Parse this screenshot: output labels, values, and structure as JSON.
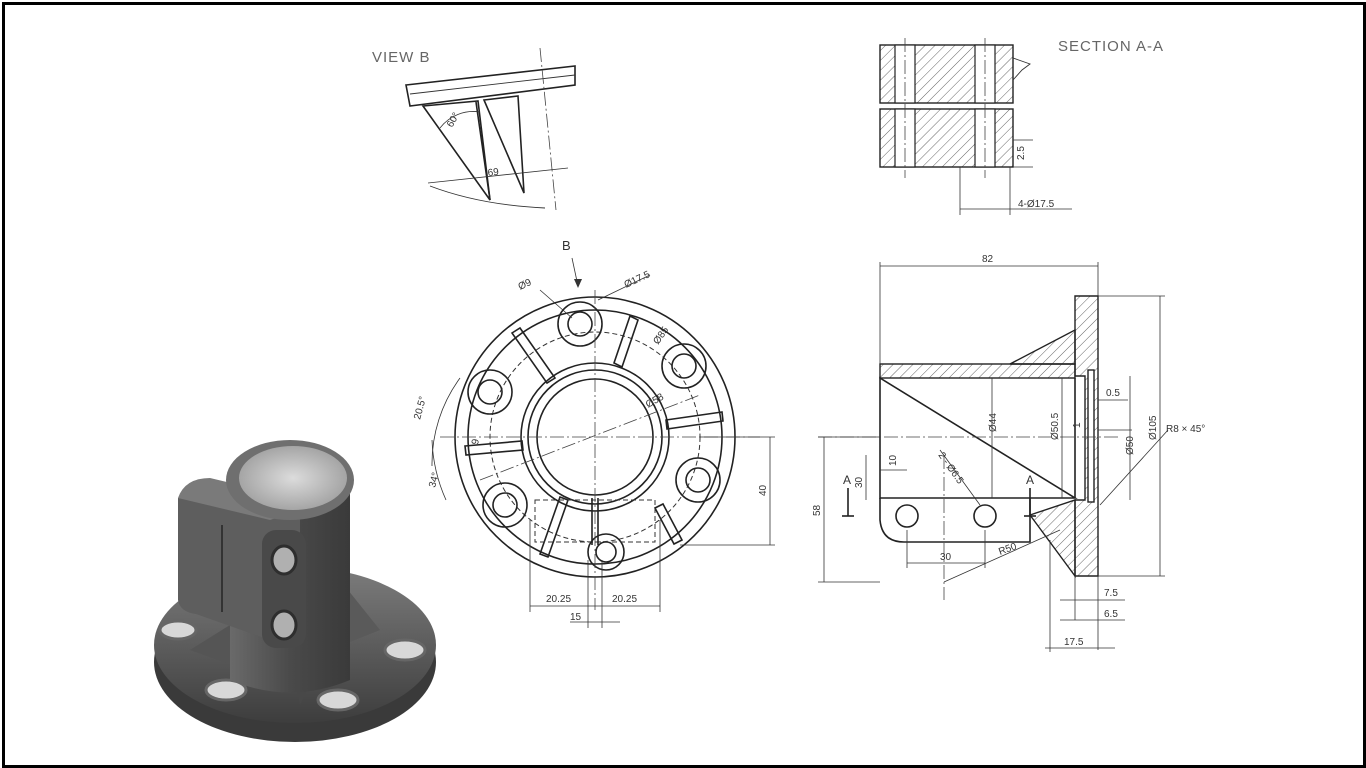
{
  "views": {
    "view_b_title": "VIEW B",
    "section_title": "SECTION A-A",
    "view_arrow_label": "B"
  },
  "view_b": {
    "angle": "60°",
    "dim_69": "69"
  },
  "section": {
    "dim_25": "2.5",
    "holes": "4-Ø17.5"
  },
  "front": {
    "hole_d9": "Ø9",
    "hole_d175": "Ø17.5",
    "dim_d85": "Ø85",
    "dim_d58": "Ø58",
    "dim_2025a": "20.25",
    "dim_2025b": "20.25",
    "dim_15": "15",
    "dim_40": "40",
    "angle_20": "20.5°",
    "angle_34": "34°",
    "small_1": "9"
  },
  "side": {
    "dim_82": "82",
    "dim_d44": "Ø44",
    "dim_d505": "Ø50.5",
    "dim_d50": "Ø50",
    "dim_d105": "Ø105",
    "dim_05": "0.5",
    "dim_r8": "R8 × 45°",
    "dim_58": "58",
    "dim_30v": "30",
    "dim_10": "10",
    "dim_2d65": "2 - Ø6.5",
    "dim_30h": "30",
    "dim_r50": "R50",
    "dim_75": "7.5",
    "dim_65": "6.5",
    "dim_175": "17.5",
    "dim_1": "1",
    "sect_a1": "A",
    "sect_a2": "A"
  }
}
